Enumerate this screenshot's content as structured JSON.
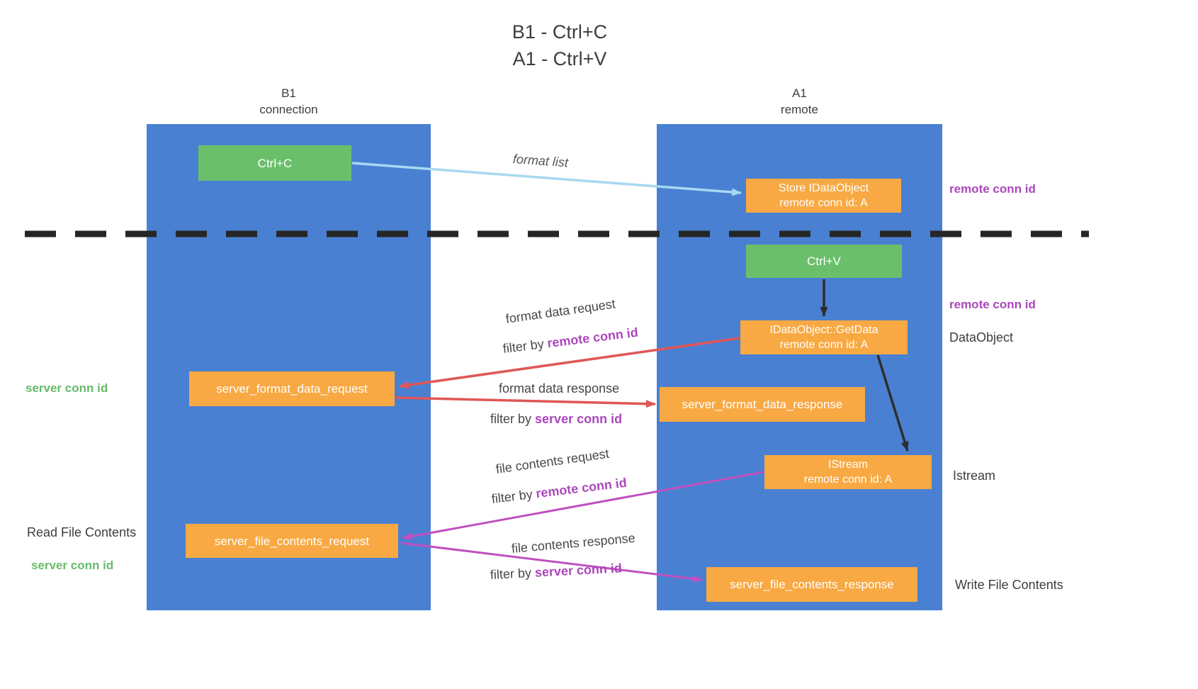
{
  "title": {
    "line1": "B1 - Ctrl+C",
    "line2": "A1 - Ctrl+V"
  },
  "lanes": {
    "b1": {
      "name": "B1",
      "subtitle": "connection"
    },
    "a1": {
      "name": "A1",
      "subtitle": "remote"
    }
  },
  "nodes": {
    "ctrl_c": {
      "label": "Ctrl+C"
    },
    "store_idataobject": {
      "line1": "Store IDataObject",
      "line2": "remote conn id: A"
    },
    "ctrl_v": {
      "label": "Ctrl+V"
    },
    "getdata": {
      "line1": "IDataObject::GetData",
      "line2": "remote conn id: A"
    },
    "format_request": {
      "label": "server_format_data_request"
    },
    "format_response": {
      "label": "server_format_data_response"
    },
    "istream": {
      "line1": "IStream",
      "line2": "remote conn id: A"
    },
    "file_request": {
      "label": "server_file_contents_request"
    },
    "file_response": {
      "label": "server_file_contents_response"
    }
  },
  "edges": {
    "format_list": {
      "label": "format list"
    },
    "format_data_request": {
      "label": "format data request",
      "filter_prefix": "filter by",
      "filter_key": "remote conn id"
    },
    "format_data_response": {
      "label": "format data response",
      "filter_prefix": "filter by",
      "filter_key": "server conn id"
    },
    "file_contents_request": {
      "label": "file contents request",
      "filter_prefix": "filter by",
      "filter_key": "remote conn id"
    },
    "file_contents_response": {
      "label": "file contents response",
      "filter_prefix": "filter by",
      "filter_key": "server conn id"
    }
  },
  "annotations": {
    "remote_conn_id_top": "remote conn id",
    "remote_conn_id_mid": "remote conn id",
    "dataobject": "DataObject",
    "istream_label": "Istream",
    "server_conn_id_format": "server conn id",
    "read_file_contents": "Read File Contents",
    "server_conn_id_file": "server conn id",
    "write_file_contents": "Write File Contents"
  },
  "colors": {
    "lane_blue": "#4a80d2",
    "box_orange": "#f8a943",
    "box_green": "#6abf6a",
    "arrow_light_blue": "#a8d8f2",
    "arrow_red": "#e15656",
    "arrow_magenta": "#c050c0",
    "arrow_black": "#2e2e2e",
    "text_purple": "#ab47bc",
    "text_green": "#66bb6a",
    "text_dark": "#3d3d3d"
  }
}
